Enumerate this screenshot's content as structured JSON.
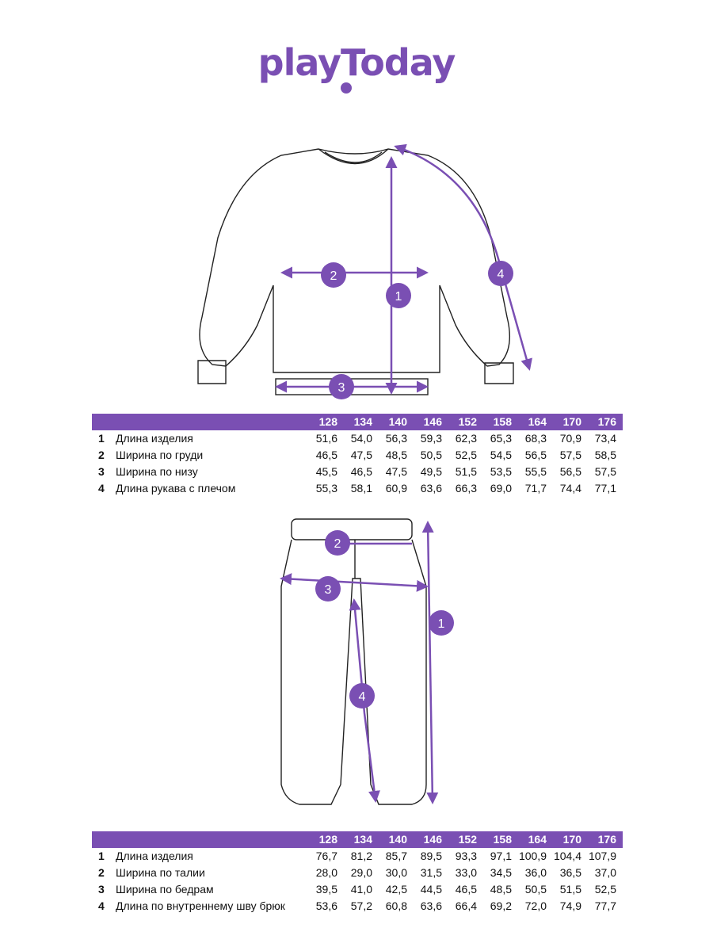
{
  "brand": {
    "logo_text": "playToday",
    "accent": "#7a4fb3"
  },
  "sizes": [
    "128",
    "134",
    "140",
    "146",
    "152",
    "158",
    "164",
    "170",
    "176"
  ],
  "sweatshirt": {
    "markers": [
      "1",
      "2",
      "3",
      "4"
    ],
    "rows": [
      {
        "num": "1",
        "label": "Длина изделия",
        "values": [
          "51,6",
          "54,0",
          "56,3",
          "59,3",
          "62,3",
          "65,3",
          "68,3",
          "70,9",
          "73,4"
        ]
      },
      {
        "num": "2",
        "label": "Ширина по груди",
        "values": [
          "46,5",
          "47,5",
          "48,5",
          "50,5",
          "52,5",
          "54,5",
          "56,5",
          "57,5",
          "58,5"
        ]
      },
      {
        "num": "3",
        "label": "Ширина по низу",
        "values": [
          "45,5",
          "46,5",
          "47,5",
          "49,5",
          "51,5",
          "53,5",
          "55,5",
          "56,5",
          "57,5"
        ]
      },
      {
        "num": "4",
        "label": "Длина рукава с плечом",
        "values": [
          "55,3",
          "58,1",
          "60,9",
          "63,6",
          "66,3",
          "69,0",
          "71,7",
          "74,4",
          "77,1"
        ]
      }
    ]
  },
  "pants": {
    "markers": [
      "1",
      "2",
      "3",
      "4"
    ],
    "rows": [
      {
        "num": "1",
        "label": "Длина изделия",
        "values": [
          "76,7",
          "81,2",
          "85,7",
          "89,5",
          "93,3",
          "97,1",
          "100,9",
          "104,4",
          "107,9"
        ]
      },
      {
        "num": "2",
        "label": "Ширина по талии",
        "values": [
          "28,0",
          "29,0",
          "30,0",
          "31,5",
          "33,0",
          "34,5",
          "36,0",
          "36,5",
          "37,0"
        ]
      },
      {
        "num": "3",
        "label": "Ширина по бедрам",
        "values": [
          "39,5",
          "41,0",
          "42,5",
          "44,5",
          "46,5",
          "48,5",
          "50,5",
          "51,5",
          "52,5"
        ]
      },
      {
        "num": "4",
        "label": "Длина по внутреннему шву брюк",
        "values": [
          "53,6",
          "57,2",
          "60,8",
          "63,6",
          "66,4",
          "69,2",
          "72,0",
          "74,9",
          "77,7"
        ]
      }
    ]
  }
}
